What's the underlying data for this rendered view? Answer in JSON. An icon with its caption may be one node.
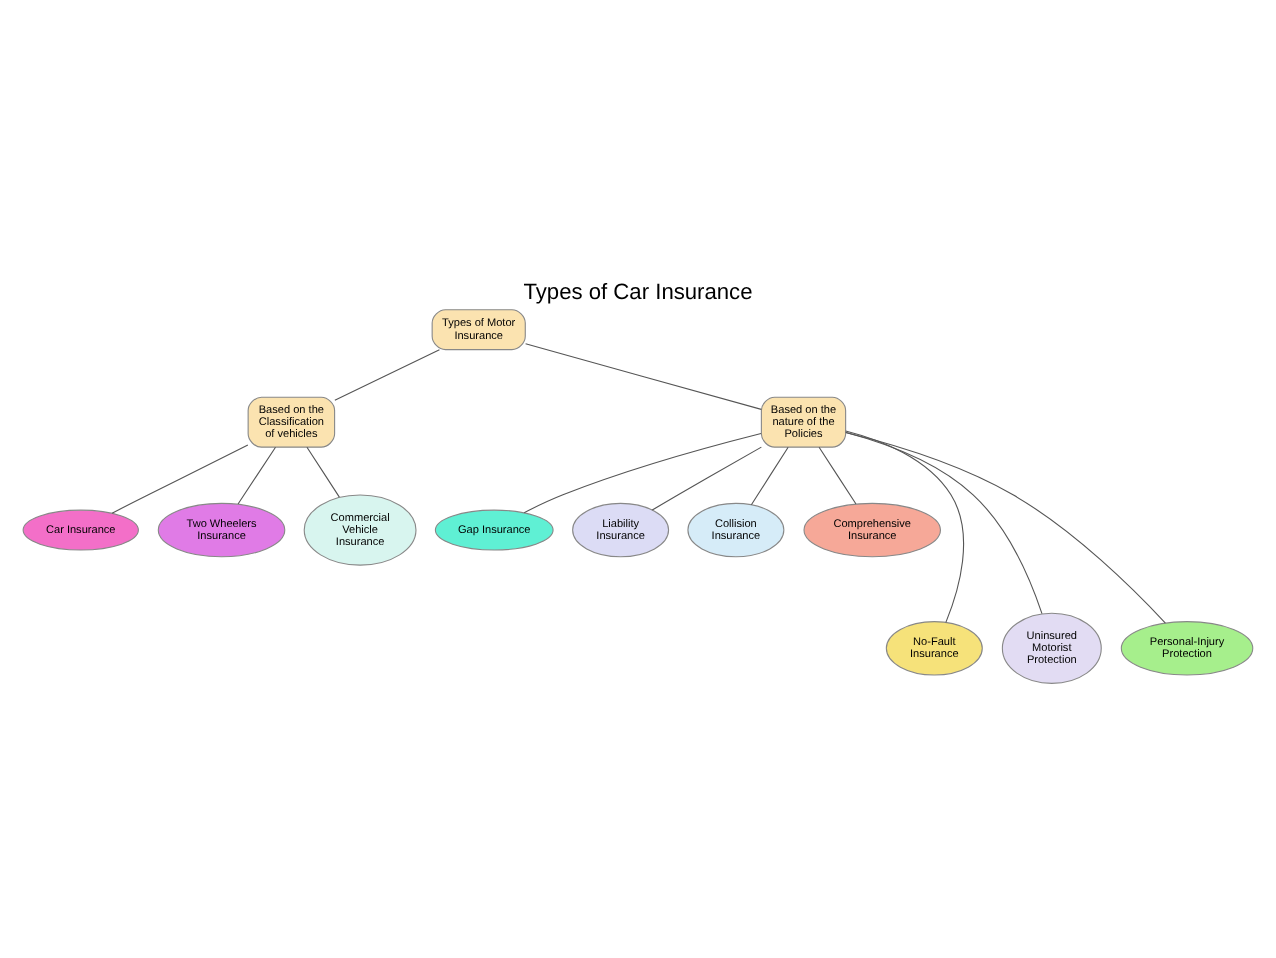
{
  "diagram": {
    "title": "Types of Car Insurance",
    "nodes": [
      {
        "text": [
          "Types of Motor Insurance"
        ]
      },
      {
        "text": [
          "Based on the Classification of vehicles"
        ]
      },
      {
        "text": [
          "Based on the nature of the Policies"
        ]
      },
      {
        "text": [
          "Car Insurance"
        ]
      },
      {
        "text": [
          "Two Wheelers Insurance"
        ]
      },
      {
        "text": [
          "Commercial Vehicle Insurance"
        ]
      },
      {
        "text": [
          "Gap Insurance"
        ]
      },
      {
        "text": [
          "Liability Insurance"
        ]
      },
      {
        "text": [
          "Collision Insurance"
        ]
      },
      {
        "text": [
          "Comprehensive Insurance"
        ]
      },
      {
        "text": [
          "No-Fault Insurance"
        ]
      },
      {
        "text": [
          "Uninsured Motorist Protection"
        ]
      },
      {
        "text": [
          "Personal-Injury Protection"
        ]
      }
    ],
    "edges": [
      {
        "from": 0,
        "to": 1,
        "arrow": "none"
      },
      {
        "from": 0,
        "to": 2,
        "arrow": "none"
      },
      {
        "from": 1,
        "to": 3,
        "arrow": "none"
      },
      {
        "from": 1,
        "to": 4,
        "arrow": "none"
      },
      {
        "from": 1,
        "to": 5,
        "arrow": "none"
      },
      {
        "from": 2,
        "to": 6,
        "arrow": "none"
      },
      {
        "from": 2,
        "to": 7,
        "arrow": "none"
      },
      {
        "from": 2,
        "to": 8,
        "arrow": "none"
      },
      {
        "from": 2,
        "to": 9,
        "arrow": "none"
      },
      {
        "from": 2,
        "to": 10,
        "arrow": "none"
      },
      {
        "from": 2,
        "to": 11,
        "arrow": "none"
      },
      {
        "from": 2,
        "to": 12,
        "arrow": "none"
      }
    ]
  }
}
